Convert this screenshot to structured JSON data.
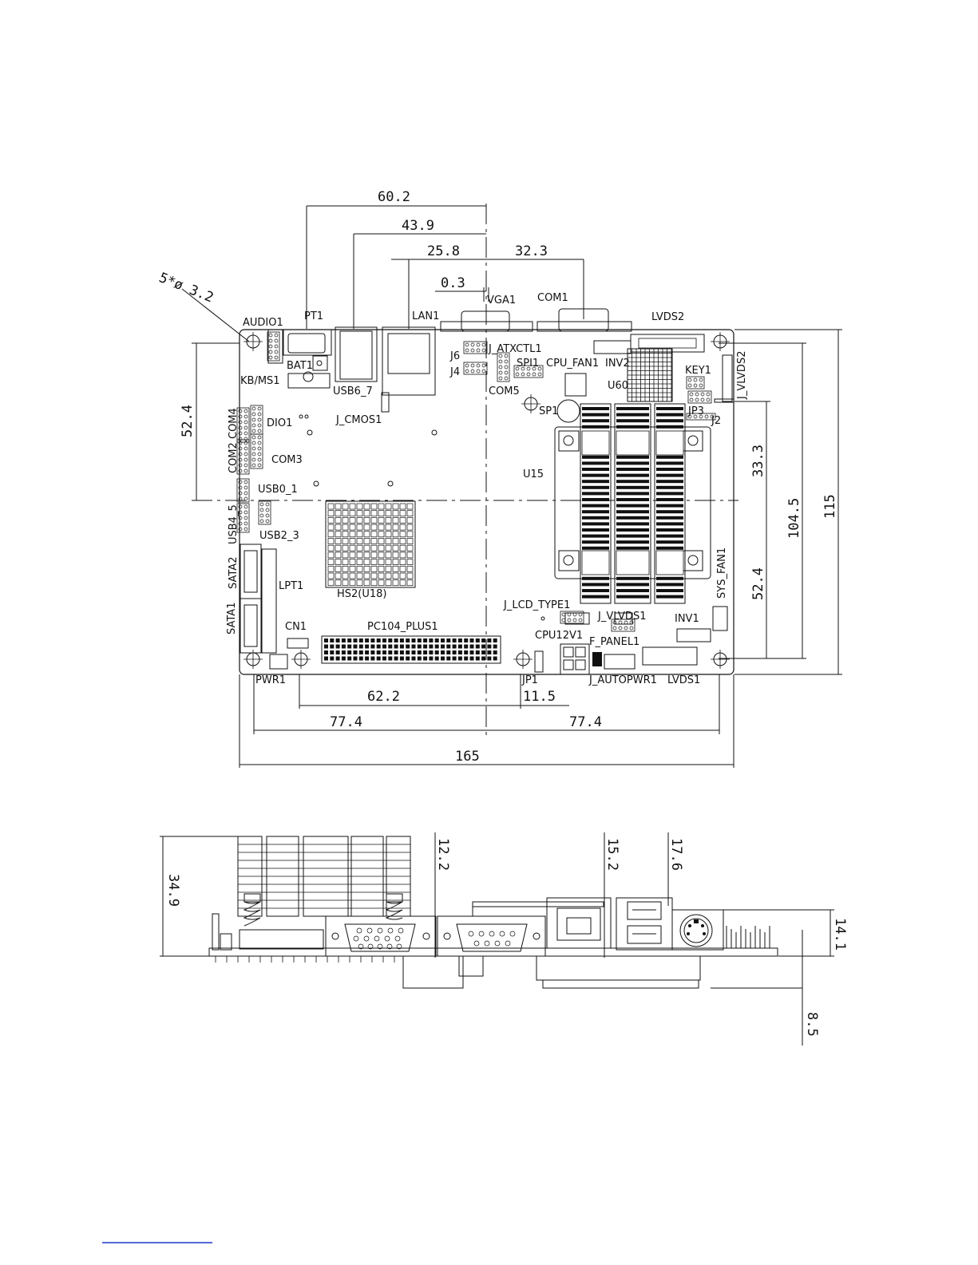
{
  "top_view": {
    "dimensions": {
      "d602": "60.2",
      "d439": "43.9",
      "d258": "25.8",
      "d323": "32.3",
      "d03": "0.3",
      "d52a": "52.4",
      "d333": "33.3",
      "d1045": "104.5",
      "d115": "115",
      "d52b": "52.4",
      "d622": "62.2",
      "d115b": "11.5",
      "d774a": "77.4",
      "d774b": "77.4",
      "d165": "165",
      "holes": "5*ø 3.2"
    },
    "components": {
      "audio1": "AUDIO1",
      "pt1": "PT1",
      "lan1": "LAN1",
      "vga1": "VGA1",
      "com1": "COM1",
      "lvds2": "LVDS2",
      "bat1": "BAT1",
      "kbms1": "KB/MS1",
      "usb67": "USB6_7",
      "jcmos1": "J_CMOS1",
      "j6": "J6",
      "j4": "J4",
      "jatxctl1": "J_ATXCTL1",
      "spi1": "SPI1",
      "com5": "COM5",
      "cpufan1": "CPU_FAN1",
      "inv2": "INV2",
      "key1": "KEY1",
      "jvlvds2": "J_VLVDS2",
      "u60": "U60",
      "sp1": "SP1",
      "jp3": "JP3",
      "j2": "J2",
      "dio1": "DIO1",
      "com4": "COM4",
      "com2": "COM2",
      "com3": "COM3",
      "usb01": "USB0_1",
      "usb45": "USB4_5",
      "usb23": "USB2_3",
      "u15": "U15",
      "sata2": "SATA2",
      "lpt1": "LPT1",
      "hs2": "HS2(U18)",
      "sata1": "SATA1",
      "cn1": "CN1",
      "pc104": "PC104_PLUS1",
      "jlcdtype1": "J_LCD_TYPE1",
      "jvlvds1": "J_VLVDS1",
      "inv1": "INV1",
      "sysfan1": "SYS_FAN1",
      "cpu12v1": "CPU12V1",
      "fpanel1": "F_PANEL1",
      "pwr1": "PWR1",
      "jp1": "JP1",
      "jautopwr1": "J_AUTOPWR1",
      "lvds1": "LVDS1"
    }
  },
  "side_view": {
    "dimensions": {
      "d349": "34.9",
      "d122": "12.2",
      "d152": "15.2",
      "d176": "17.6",
      "d141": "14.1",
      "d85": "8.5"
    }
  }
}
